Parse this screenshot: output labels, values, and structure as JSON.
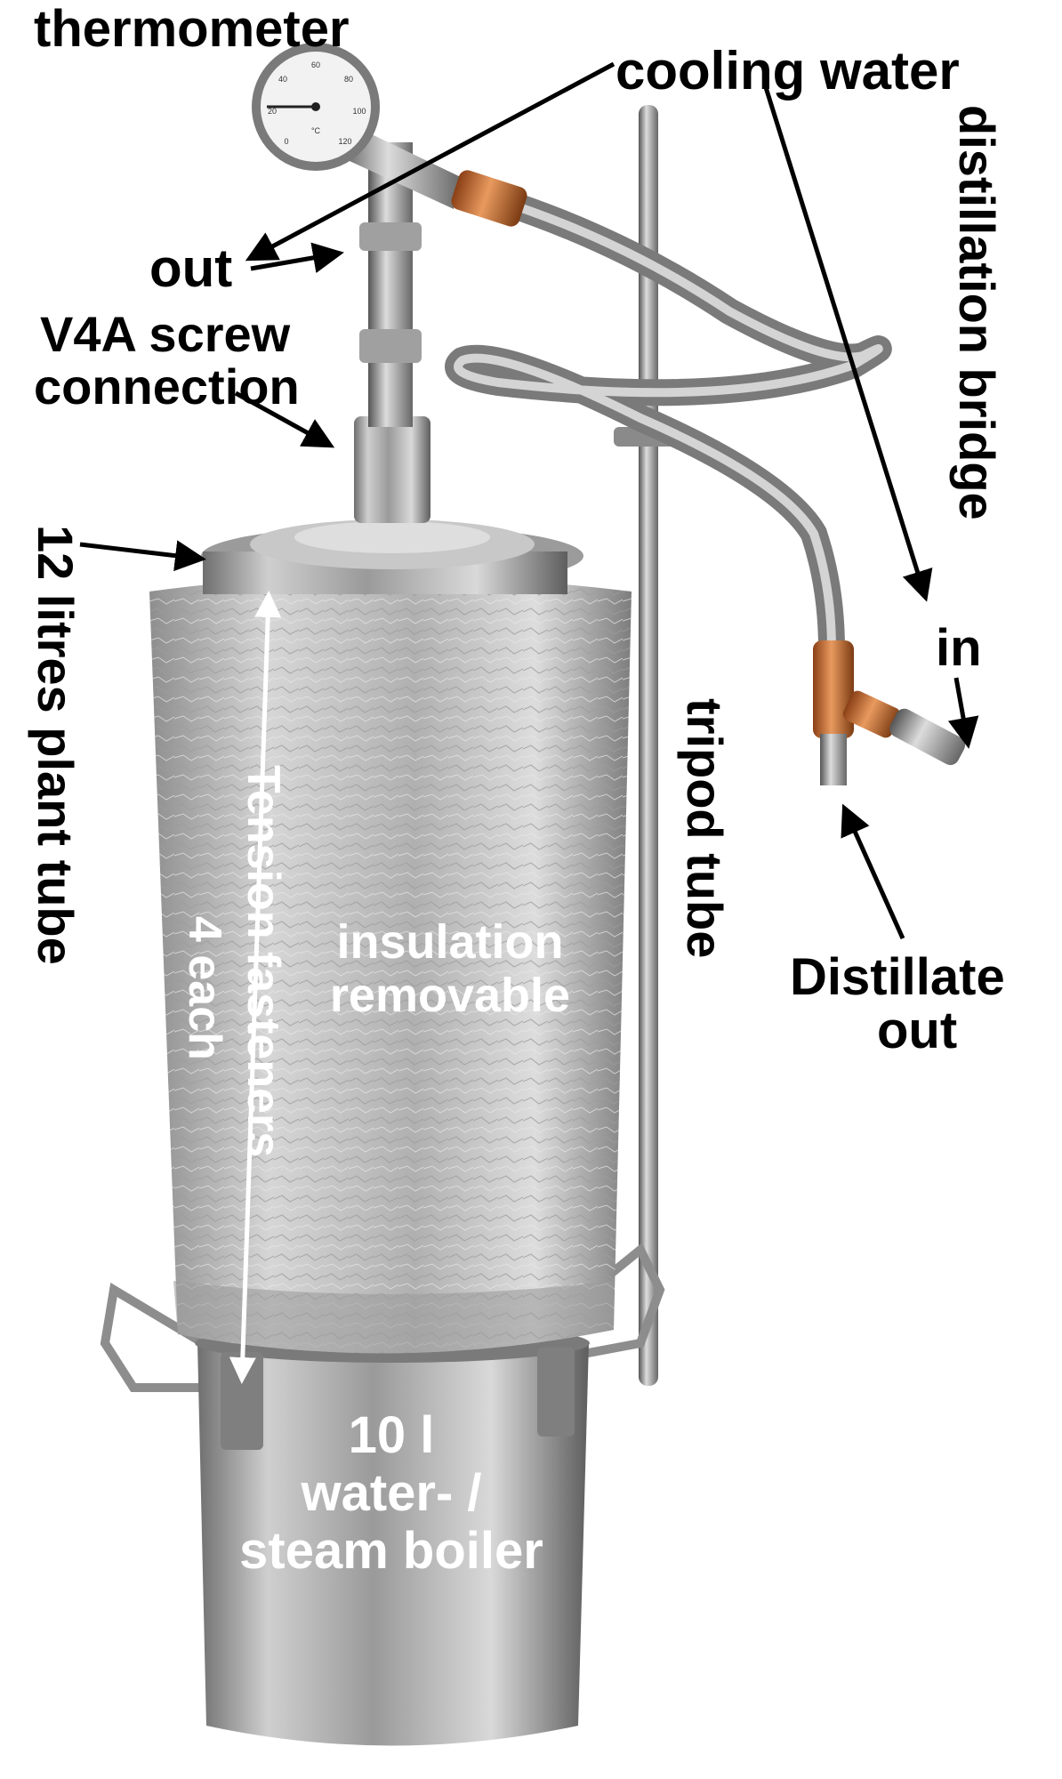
{
  "labels": {
    "thermometer": "thermometer",
    "cooling_water": "cooling water",
    "distillation_bridge": "distillation bridge",
    "out": "out",
    "v4a_line1": "V4A screw",
    "v4a_line2": "connection",
    "plant_tube": "12 litres plant tube",
    "tension_line1": "Tension fasteners",
    "tension_line2": "4 each",
    "insulation_line1": "insulation",
    "insulation_line2": "removable",
    "tripod_tube": "tripod tube",
    "in": "in",
    "distillate_line1": "Distillate",
    "distillate_line2": "out",
    "boiler_line1": "10 l",
    "boiler_line2": "water- /",
    "boiler_line3": "steam boiler"
  },
  "thermometer_dial": {
    "numbers": [
      "0",
      "20",
      "40",
      "60",
      "80",
      "100",
      "120"
    ],
    "unit": "°C"
  },
  "colors": {
    "steel": "#a9a9a9",
    "foil": "#c4c4c4",
    "copper": "#c8703a",
    "label_text": "#000000",
    "label_text_on_photo": "#ffffff"
  }
}
